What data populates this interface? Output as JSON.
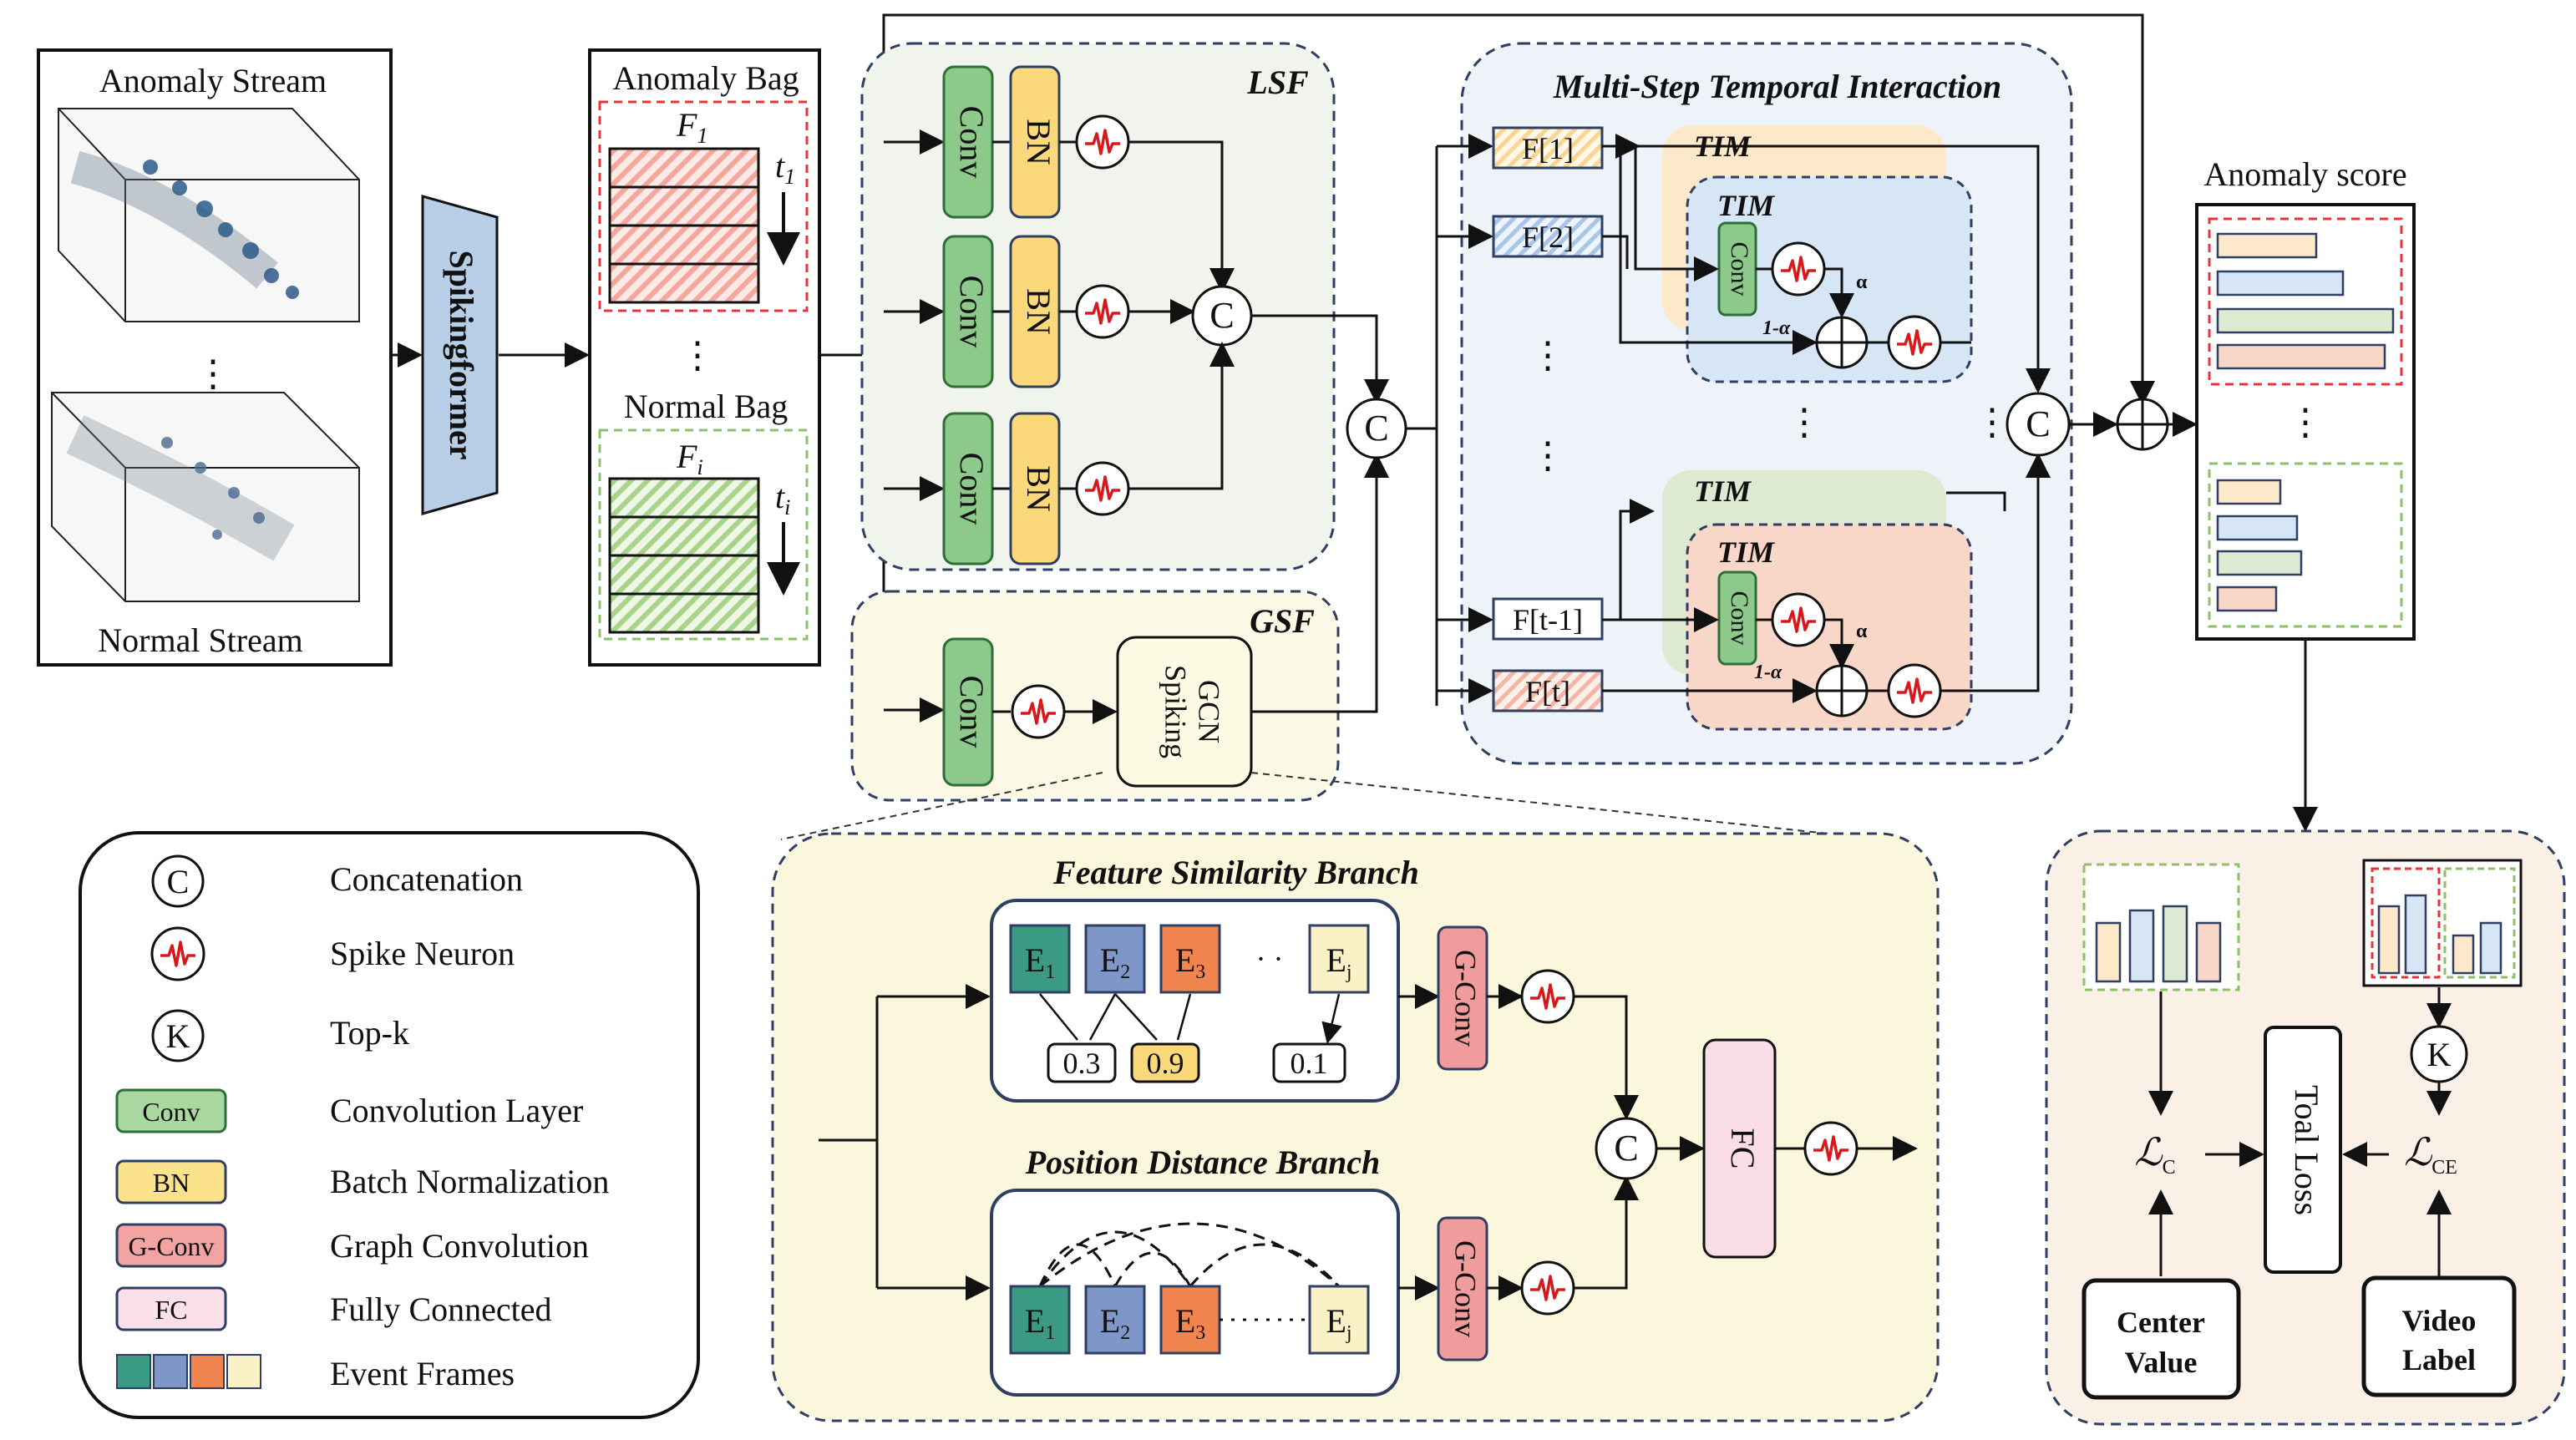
{
  "streams": {
    "anomaly": "Anomaly Stream",
    "normal": "Normal Stream",
    "dots": "⋮"
  },
  "spikingformer": "Spikingformer",
  "bags": {
    "anomaly": "Anomaly Bag",
    "normal": "Normal Bag",
    "f1_base": "F",
    "f1_sub": "1",
    "t1_base": "t",
    "t1_sub": "1",
    "fi_base": "F",
    "fi_sub": "i",
    "ti_base": "t",
    "ti_sub": "i",
    "dots": "⋮"
  },
  "lsf": {
    "title": "LSF",
    "conv": "Conv",
    "bn": "BN"
  },
  "gsf": {
    "title": "GSF",
    "conv": "Conv",
    "gcn_line1": "Spiking",
    "gcn_line2": "GCN"
  },
  "concat_symbol": "C",
  "mti": {
    "title": "Multi-Step Temporal Interaction",
    "tim": "TIM",
    "frames": [
      "F[1]",
      "F[2]",
      "F[t-1]",
      "F[t]"
    ],
    "conv": "Conv",
    "alpha": "α",
    "one_minus_alpha": "1-α",
    "dots": "⋮"
  },
  "anomaly_score": "Anomaly score",
  "gcn_detail": {
    "feature_branch": "Feature Similarity Branch",
    "position_branch": "Position Distance Branch",
    "embeddings": [
      {
        "base": "E",
        "sub": "1",
        "color": "#3a9b82"
      },
      {
        "base": "E",
        "sub": "2",
        "color": "#7f97c8"
      },
      {
        "base": "E",
        "sub": "3",
        "color": "#f2854f"
      },
      {
        "base": "E",
        "sub": "j",
        "color": "#fbf1c6"
      }
    ],
    "scores": [
      "0.3",
      "0.9",
      "0.1"
    ],
    "gconv": "G-Conv",
    "fc": "FC",
    "ellipsis": "· ·"
  },
  "loss": {
    "center_value_line1": "Center",
    "center_value_line2": "Value",
    "video_label_line1": "Video",
    "video_label_line2": "Label",
    "total_loss": "Toal Loss",
    "lc_base": "ℒ",
    "lc_sub": "C",
    "lce_base": "ℒ",
    "lce_sub": "CE",
    "topk": "K"
  },
  "legend": [
    {
      "symbol": "C",
      "label": "Concatenation"
    },
    {
      "symbol": "spike",
      "label": "Spike Neuron"
    },
    {
      "symbol": "K",
      "label": "Top-k"
    },
    {
      "symbol": "Conv",
      "label": "Convolution Layer",
      "color": "#a8d8a0"
    },
    {
      "symbol": "BN",
      "label": "Batch Normalization",
      "color": "#fde28c"
    },
    {
      "symbol": "G-Conv",
      "label": "Graph Convolution",
      "color": "#f4a3a3"
    },
    {
      "symbol": "FC",
      "label": "Fully Connected",
      "color": "#fbe0ea"
    },
    {
      "symbol": "frames",
      "label": "Event Frames"
    }
  ],
  "colors": {
    "conv": "#8cc98a",
    "bn": "#fbd97a",
    "gconv": "#f19c9c",
    "fc": "#fbdde8",
    "spike": "#d7191c",
    "lsf_bg": "#f1f4ec",
    "gsf_bg": "#fbf8e6",
    "mti_bg": "#eef3fa",
    "detail_bg": "#fbf7dc",
    "loss_bg": "#fbf0e6"
  }
}
